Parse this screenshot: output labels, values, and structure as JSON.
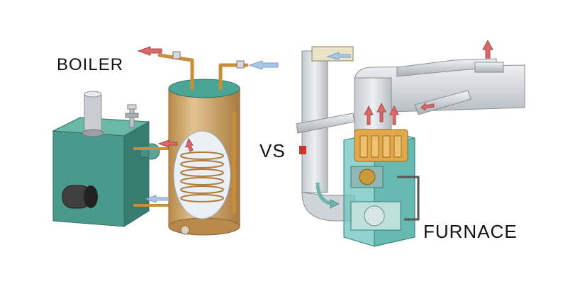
{
  "labels": {
    "boiler": "BOILER",
    "vs": "VS",
    "furnace": "FURNACE"
  },
  "colors": {
    "background": "#ffffff",
    "boiler_body": "#4a9a8b",
    "tank_copper": "#c9a46a",
    "tank_lid": "#4aa594",
    "duct_metal": "#d4d8dc",
    "furnace_cabinet": "#6cc4bd",
    "heat_exchanger": "#e2a84a",
    "hot_air_arrow": "#d96a6a",
    "cold_air_arrow": "#a8c6e8"
  }
}
